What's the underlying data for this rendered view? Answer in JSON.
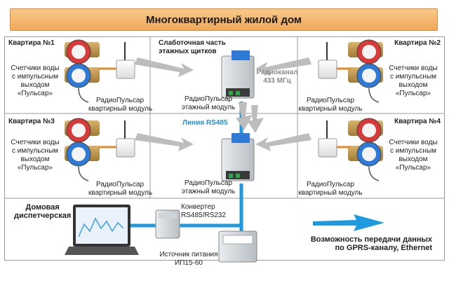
{
  "title": "Многоквартирный жилой дом",
  "flats": [
    {
      "name": "Квартира №1"
    },
    {
      "name": "Квартира №2"
    },
    {
      "name": "Квартира №3"
    },
    {
      "name": "Квартира №4"
    }
  ],
  "meter_label": [
    "Счетчики воды",
    "с импульсным",
    "выходом",
    "«Пульсар»"
  ],
  "module_label": [
    "РадиоПульсар",
    "квартирный модуль"
  ],
  "floor_module_label": [
    "РадиоПульсар",
    "этажный модуль"
  ],
  "section_lowcurrent": [
    "Слаботочная часть",
    "этажных щитков"
  ],
  "radio_channel": [
    "Радиоканал",
    "433 МГц"
  ],
  "line_label": "Линия RS485",
  "dispatch": [
    "Домовая",
    "диспетчерская"
  ],
  "converter": [
    "Конвертер",
    "RS485/RS232"
  ],
  "power": [
    "Источник питания",
    "ИП15-60"
  ],
  "gprs": [
    "Возможность передачи данных",
    "по GPRS-каналу, Ethernet"
  ],
  "colors": {
    "banner": "#f0a85a",
    "rs485": "#1e9be0",
    "meter_red": "#d83a3a",
    "meter_blue": "#2e7ad6",
    "pipe": "#e08a2a"
  }
}
